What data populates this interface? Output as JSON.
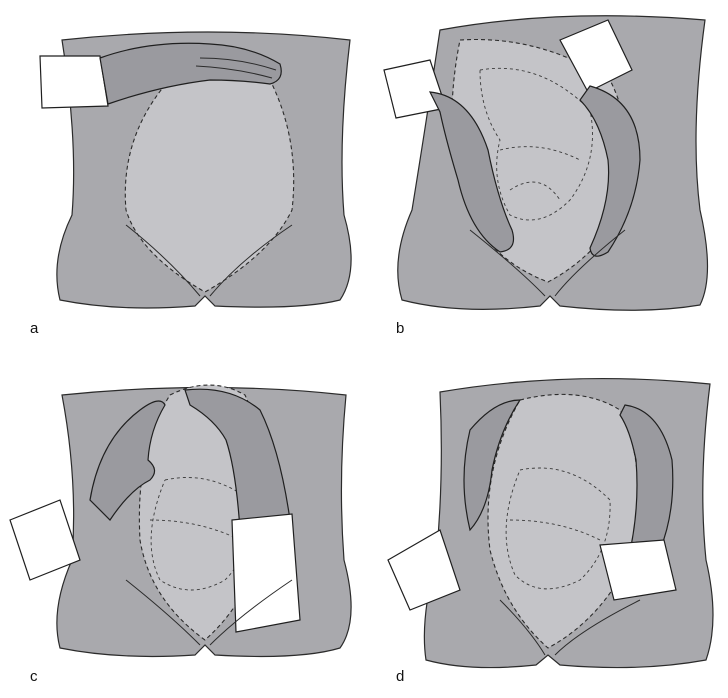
{
  "figure": {
    "panels": [
      {
        "label": "a",
        "fill_color": "#a9a9ad"
      },
      {
        "label": "b",
        "fill_color": "#a9a9ad"
      },
      {
        "label": "c",
        "fill_color": "#a9a9ad"
      },
      {
        "label": "d",
        "fill_color": "#a9a9ad"
      }
    ]
  }
}
